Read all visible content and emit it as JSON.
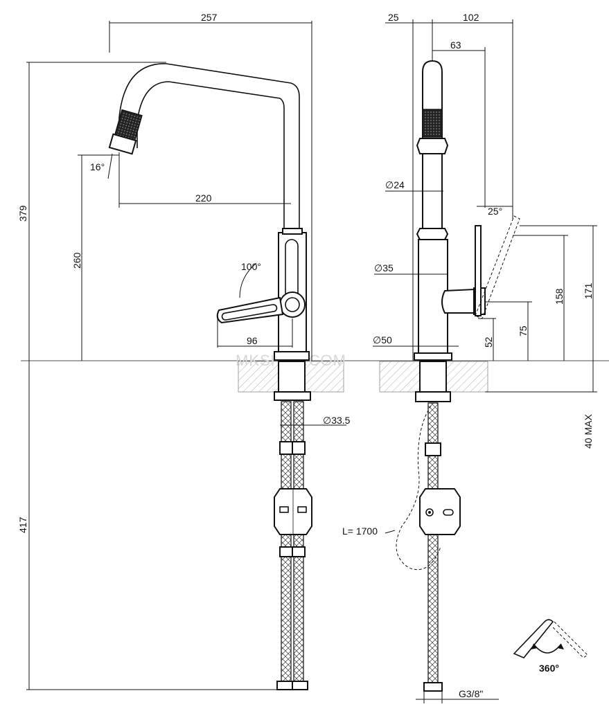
{
  "watermark": "MKSHOP.COM",
  "front_view": {
    "width_top": "257",
    "height_total": "379",
    "spout_reach": "220",
    "spout_height": "260",
    "aerator_angle": "16°",
    "lever_angle": "100°",
    "lever_reach": "96",
    "hose_diameter": "∅33.5",
    "below_counter": "417"
  },
  "side_view": {
    "offset_left": "25",
    "offset_right": "102",
    "spout_offset": "63",
    "spout_diameter": "∅24",
    "body_diameter": "∅35",
    "base_diameter": "∅50",
    "handle_angle": "25°",
    "height_171": "171",
    "height_158": "158",
    "height_75": "75",
    "height_52": "52",
    "counter_max": "40 MAX",
    "hose_length": "L= 1700",
    "thread": "G3/8\""
  },
  "rotation": {
    "label": "360°"
  }
}
